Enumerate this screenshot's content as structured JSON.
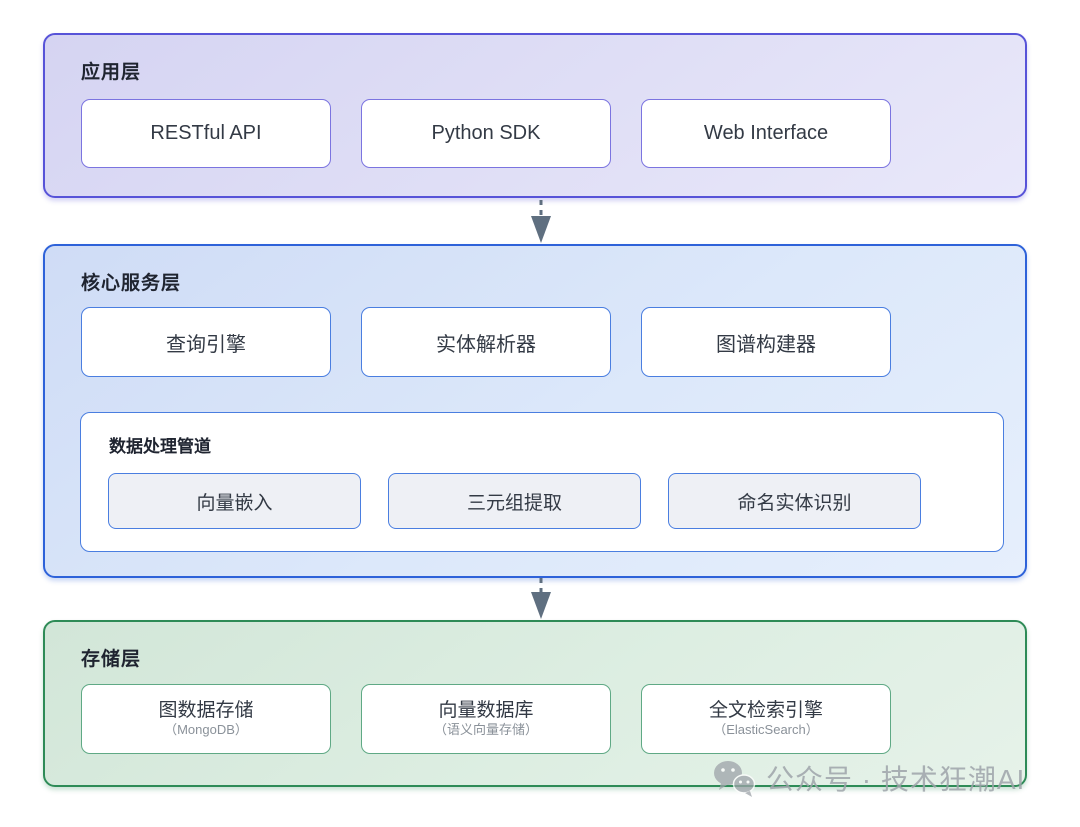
{
  "diagram": {
    "layers": {
      "app": {
        "label": "应用层",
        "boxes": [
          "RESTful API",
          "Python SDK",
          "Web Interface"
        ]
      },
      "core": {
        "label": "核心服务层",
        "boxes": [
          "查询引擎",
          "实体解析器",
          "图谱构建器"
        ],
        "pipeline": {
          "label": "数据处理管道",
          "boxes": [
            "向量嵌入",
            "三元组提取",
            "命名实体识别"
          ]
        }
      },
      "storage": {
        "label": "存储层",
        "boxes": [
          {
            "title": "图数据存储",
            "subtitle": "（MongoDB）"
          },
          {
            "title": "向量数据库",
            "subtitle": "（语义向量存储）"
          },
          {
            "title": "全文检索引擎",
            "subtitle": "（ElasticSearch）"
          }
        ]
      }
    },
    "icons": {
      "arrow": "flow-arrow-down-icon",
      "watermark": "wechat-icon"
    },
    "colors": {
      "app_border": "#5753d8",
      "app_bg": "#dcdbf5",
      "core_border": "#2e62d9",
      "core_bg": "#d8e4f9",
      "core_node_border": "#4a7ee0",
      "pipeline_node_bg": "#eef0f5",
      "storage_border": "#2e8b57",
      "storage_node_border": "#5fa985",
      "arrow": "#5f6f80",
      "text_dark": "#333a45",
      "text_subtitle": "#8a9199",
      "watermark": "#9ea3a9"
    },
    "watermark": {
      "text": "公众号 · 技术狂潮AI"
    }
  }
}
